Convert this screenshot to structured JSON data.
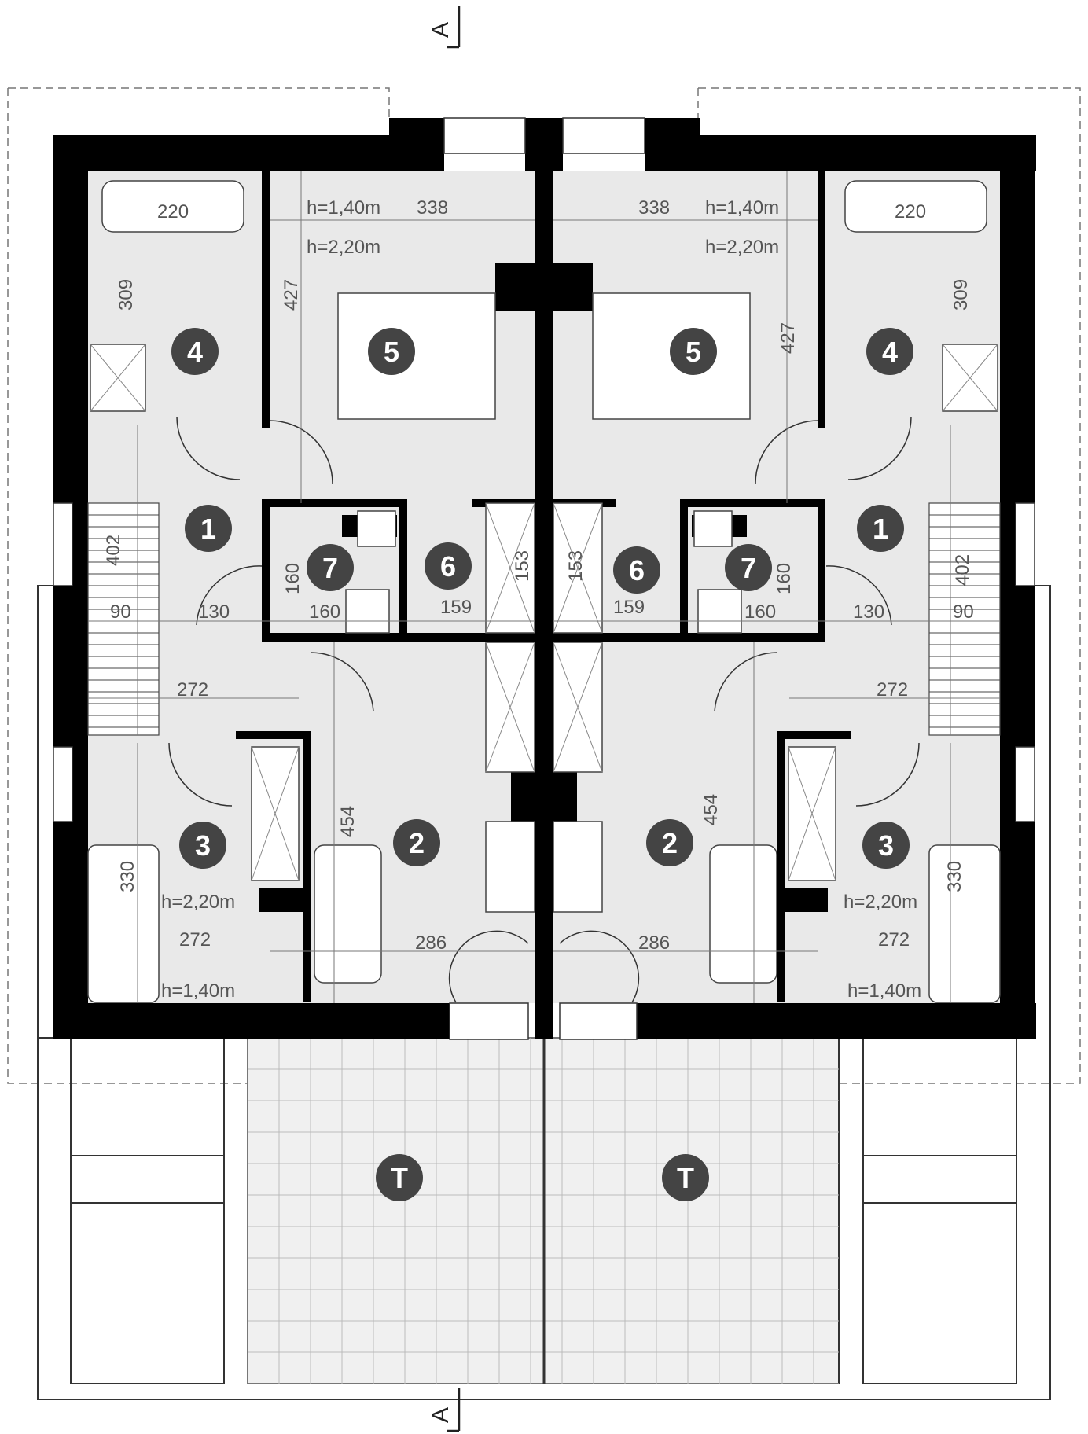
{
  "section_marker": "A",
  "units": {
    "left": [
      {
        "id": "1",
        "label": "1"
      },
      {
        "id": "2",
        "label": "2"
      },
      {
        "id": "3",
        "label": "3"
      },
      {
        "id": "4",
        "label": "4"
      },
      {
        "id": "5",
        "label": "5"
      },
      {
        "id": "6",
        "label": "6"
      },
      {
        "id": "7",
        "label": "7"
      },
      {
        "id": "T",
        "label": "T"
      }
    ]
  },
  "dimensions": {
    "bath_top": "220",
    "bath_height_309": "309",
    "h_140": "h=1,40m",
    "h_220": "h=2,20m",
    "bed_width": "338",
    "bed_depth": "427",
    "stair_len": "402",
    "stair_w": "90",
    "hall_w": "130",
    "hall_d": "160",
    "wc_w": "160",
    "closet_w": "159",
    "closet_d": "153",
    "hall2_w": "272",
    "room2_d": "454",
    "room2_w": "286",
    "room3_d": "330",
    "room3_w": "272"
  }
}
